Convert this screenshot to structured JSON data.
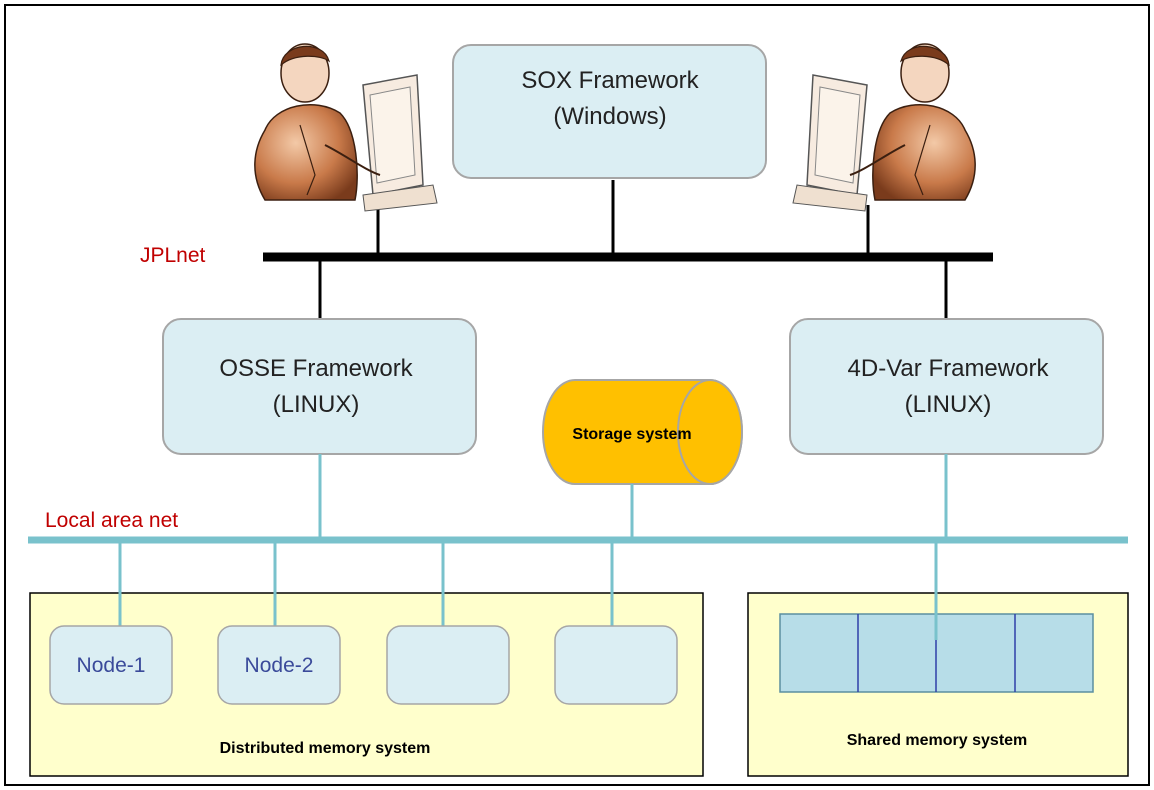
{
  "sox": {
    "line1": "SOX Framework",
    "line2": "(Windows)"
  },
  "jplnet": {
    "label": "JPLnet"
  },
  "osse": {
    "line1": "OSSE Framework",
    "line2": "(LINUX)"
  },
  "fourdvar": {
    "line1": "4D-Var  Framework",
    "line2": "(LINUX)"
  },
  "storage": {
    "label": "Storage system"
  },
  "lan": {
    "label": "Local area net"
  },
  "distributed": {
    "label": "Distributed memory  system",
    "nodes": [
      "Node-1",
      "Node-2",
      "",
      ""
    ]
  },
  "shared": {
    "label": "Shared memory  system"
  },
  "colors": {
    "box_fill": "#dbeef3",
    "box_stroke": "#a6a6a6",
    "net_label": "#c00000",
    "lan_line": "#79c2cc",
    "panel_fill": "#ffffcc",
    "storage_fill": "#ffc000",
    "node_text": "#3a4a9a"
  },
  "icons": [
    "person-at-computer-icon",
    "person-at-computer-icon"
  ]
}
